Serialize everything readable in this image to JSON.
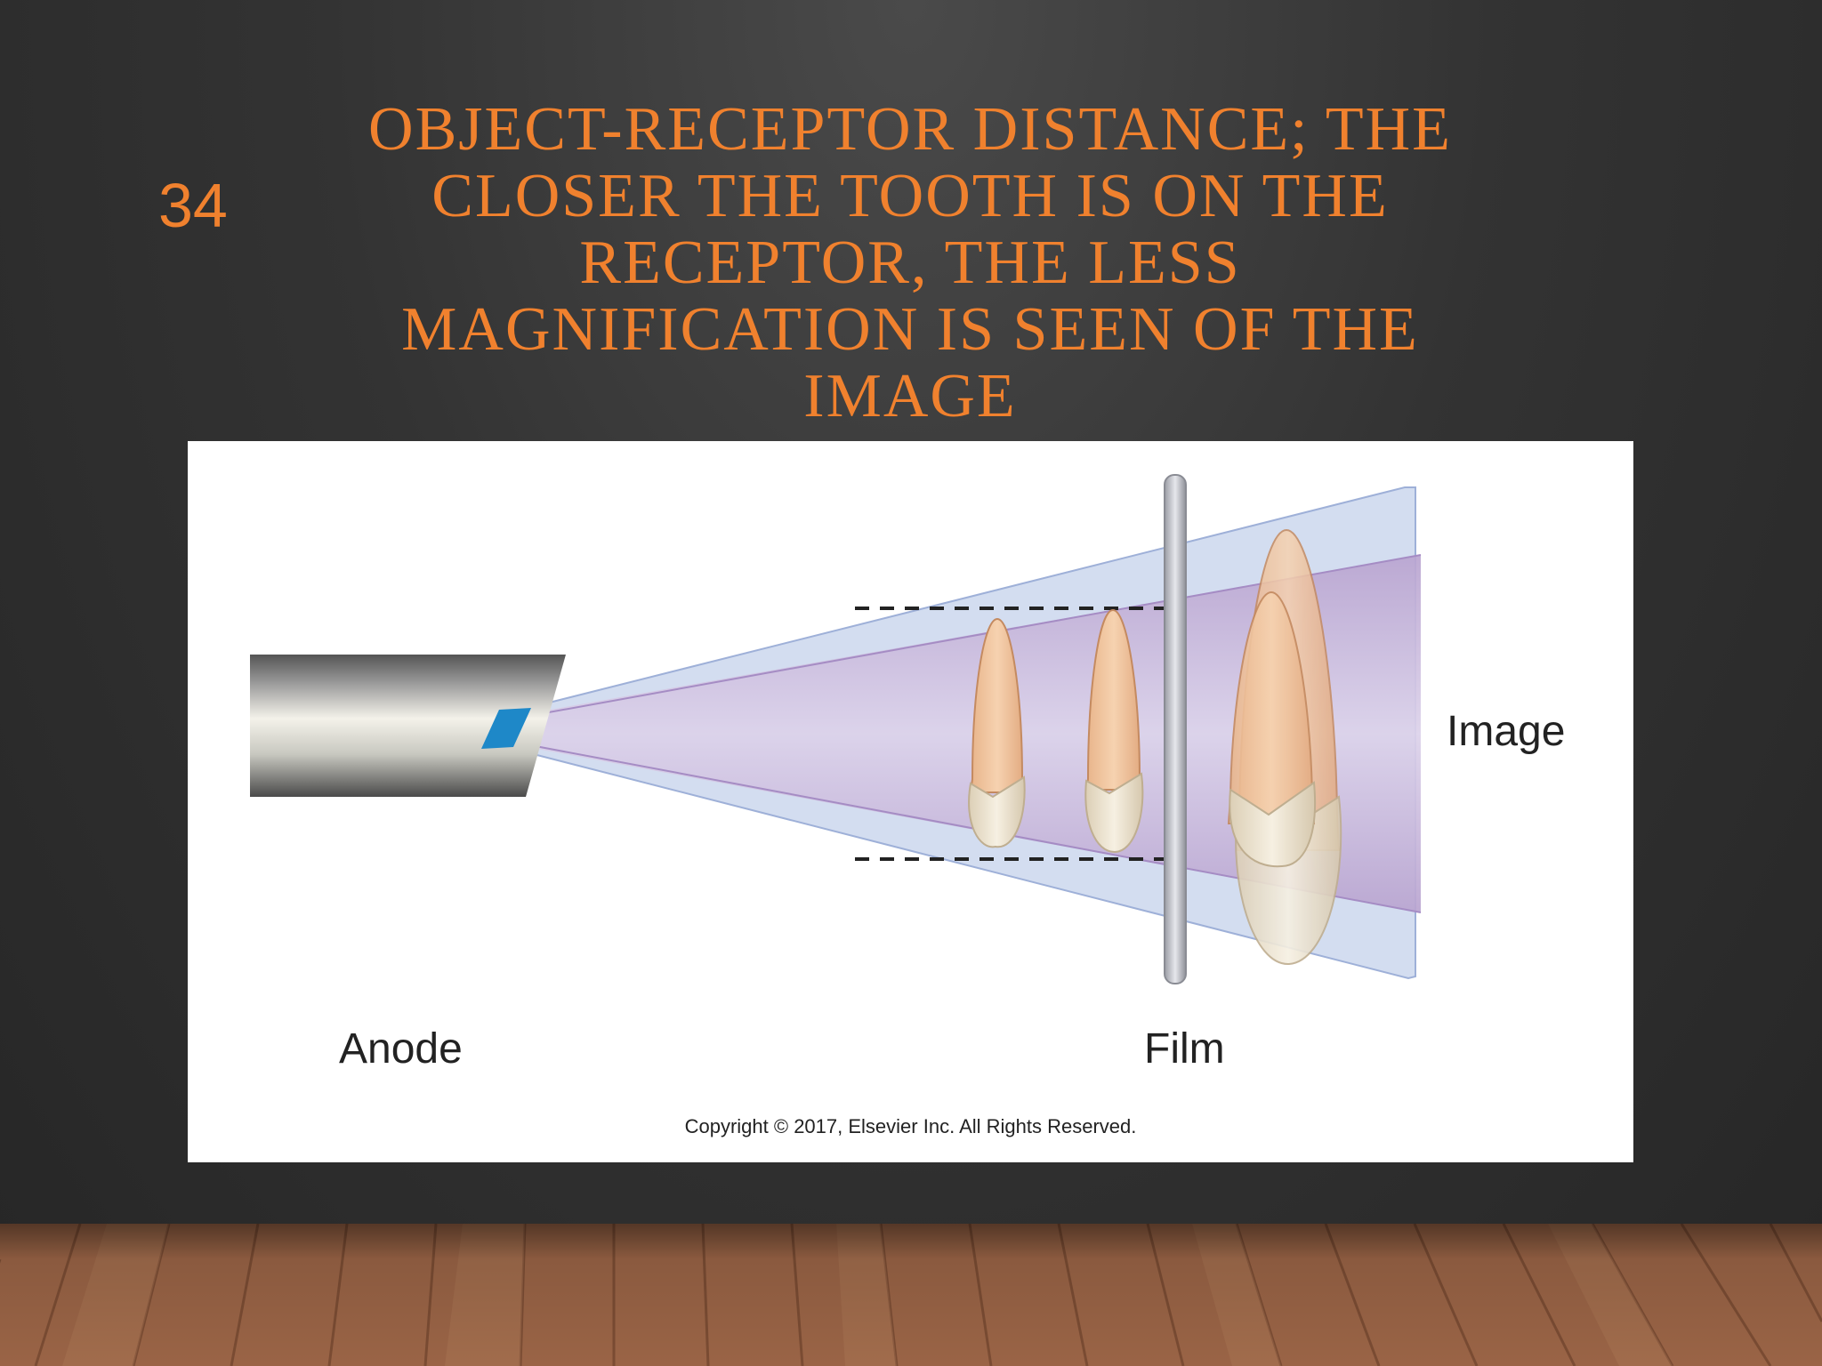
{
  "slide": {
    "number": "34",
    "title": "OBJECT-RECEPTOR DISTANCE; THE\nCLOSER THE TOOTH IS ON THE\nRECEPTOR, THE LESS\nMAGNIFICATION IS SEEN OF THE\nIMAGE",
    "accent_color": "#f0812e"
  },
  "figure": {
    "labels": {
      "anode": "Anode",
      "film": "Film",
      "image": "Image"
    },
    "copyright": "Copyright © 2017, Elsevier Inc. All Rights Reserved.",
    "colors": {
      "beam_outer": "#cfdaf0",
      "beam_inner": "#c4b2d8",
      "tooth_crown": "#ecddc8",
      "tooth_root": "#f0c49c",
      "anode_target": "#1e88c8"
    }
  }
}
